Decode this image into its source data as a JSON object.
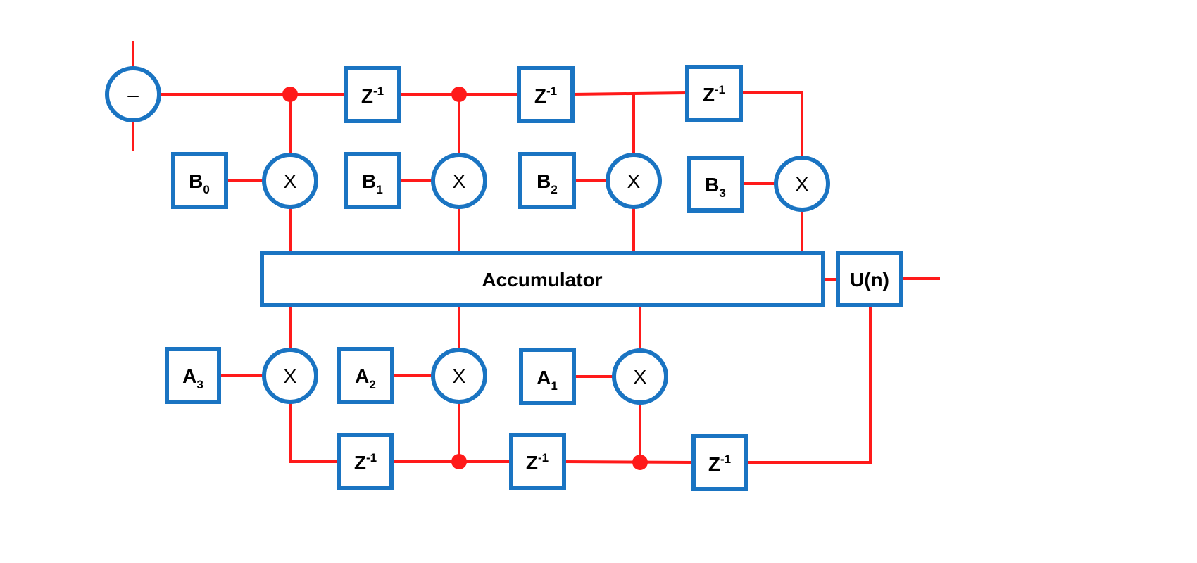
{
  "colors": {
    "block_border": "#1a74c2",
    "wire": "#ff1a1a",
    "text": "#000000",
    "background": "#ffffff"
  },
  "input_node": {
    "symbol": "–"
  },
  "multiplier_symbol": "X",
  "delay": {
    "base": "Z",
    "exp": "-1"
  },
  "feedforward_coefficients": [
    {
      "base": "B",
      "sub": "0"
    },
    {
      "base": "B",
      "sub": "1"
    },
    {
      "base": "B",
      "sub": "2"
    },
    {
      "base": "B",
      "sub": "3"
    }
  ],
  "feedback_coefficients": [
    {
      "base": "A",
      "sub": "3"
    },
    {
      "base": "A",
      "sub": "2"
    },
    {
      "base": "A",
      "sub": "1"
    }
  ],
  "accumulator": {
    "label": "Accumulator"
  },
  "output": {
    "label": "U(n)"
  }
}
